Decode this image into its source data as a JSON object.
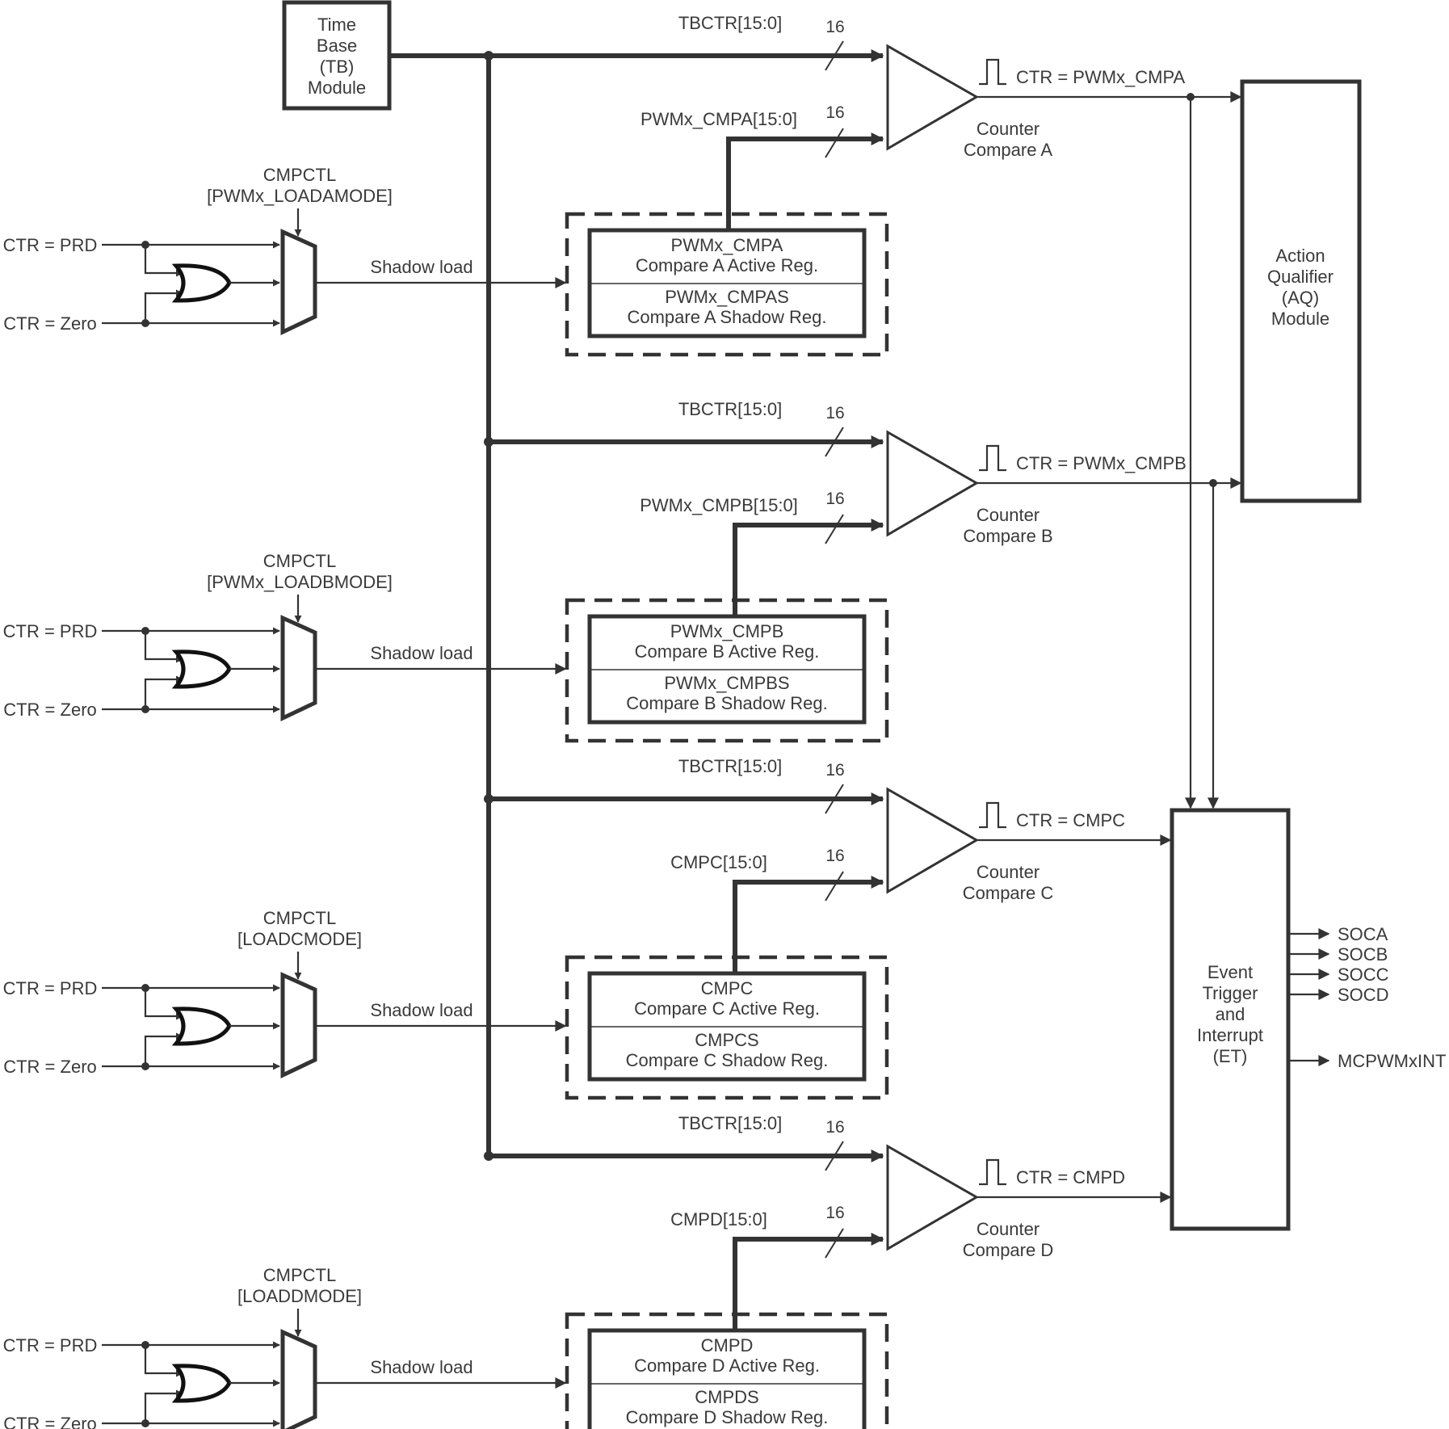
{
  "tb": {
    "line1": "Time",
    "line2": "Base",
    "line3": "(TB)",
    "line4": "Module"
  },
  "aq": {
    "line1": "Action",
    "line2": "Qualifier",
    "line3": "(AQ)",
    "line4": "Module"
  },
  "et": {
    "line1": "Event",
    "line2": "Trigger",
    "line3": "and",
    "line4": "Interrupt",
    "line5": "(ET)"
  },
  "outputs": {
    "soca": "SOCA",
    "socb": "SOCB",
    "socc": "SOCC",
    "socd": "SOCD",
    "int": "MCPWMxINT"
  },
  "bus_width": "16",
  "channels": [
    {
      "tbctr": "TBCTR[15:0]",
      "cmp_bus": "PWMx_CMPA[15:0]",
      "cmpctl1": "CMPCTL",
      "cmpctl2": "[PWMx_LOADAMODE]",
      "in_prd": "CTR = PRD",
      "in_zero": "CTR = Zero",
      "shadow_load": "Shadow load",
      "active_name": "PWMx_CMPA",
      "active_desc": "Compare A Active Reg.",
      "shadow_name": "PWMx_CMPAS",
      "shadow_desc": "Compare A Shadow Reg.",
      "cc1": "Counter",
      "cc2": "Compare A",
      "event": "CTR = PWMx_CMPA"
    },
    {
      "tbctr": "TBCTR[15:0]",
      "cmp_bus": "PWMx_CMPB[15:0]",
      "cmpctl1": "CMPCTL",
      "cmpctl2": "[PWMx_LOADBMODE]",
      "in_prd": "CTR = PRD",
      "in_zero": "CTR = Zero",
      "shadow_load": "Shadow load",
      "active_name": "PWMx_CMPB",
      "active_desc": "Compare B Active Reg.",
      "shadow_name": "PWMx_CMPBS",
      "shadow_desc": "Compare B Shadow Reg.",
      "cc1": "Counter",
      "cc2": "Compare B",
      "event": "CTR = PWMx_CMPB"
    },
    {
      "tbctr": "TBCTR[15:0]",
      "cmp_bus": "CMPC[15:0]",
      "cmpctl1": "CMPCTL",
      "cmpctl2": "[LOADCMODE]",
      "in_prd": "CTR = PRD",
      "in_zero": "CTR = Zero",
      "shadow_load": "Shadow load",
      "active_name": "CMPC",
      "active_desc": "Compare C Active Reg.",
      "shadow_name": "CMPCS",
      "shadow_desc": "Compare C Shadow Reg.",
      "cc1": "Counter",
      "cc2": "Compare C",
      "event": "CTR = CMPC"
    },
    {
      "tbctr": "TBCTR[15:0]",
      "cmp_bus": "CMPD[15:0]",
      "cmpctl1": "CMPCTL",
      "cmpctl2": "[LOADDMODE]",
      "in_prd": "CTR = PRD",
      "in_zero": "CTR = Zero",
      "shadow_load": "Shadow load",
      "active_name": "CMPD",
      "active_desc": "Compare D Active Reg.",
      "shadow_name": "CMPDS",
      "shadow_desc": "Compare D Shadow Reg.",
      "cc1": "Counter",
      "cc2": "Compare D",
      "event": "CTR = CMPD"
    }
  ]
}
